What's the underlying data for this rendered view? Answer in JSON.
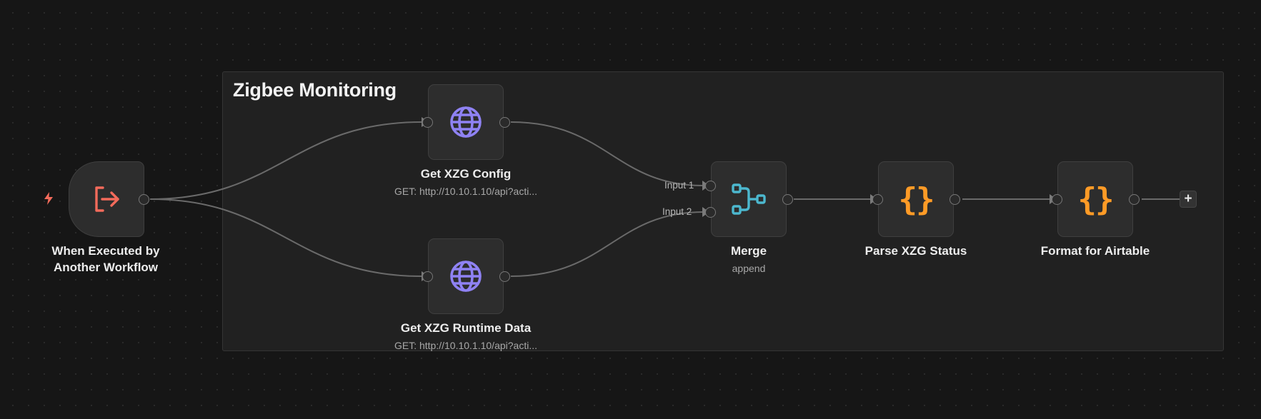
{
  "group": {
    "title": "Zigbee Monitoring"
  },
  "nodes": {
    "trigger": {
      "label_line1": "When Executed by",
      "label_line2": "Another Workflow",
      "icon": "sign-out-icon"
    },
    "get_config": {
      "label": "Get XZG Config",
      "subtitle": "GET: http://10.10.1.10/api?acti...",
      "icon": "globe-icon"
    },
    "get_runtime": {
      "label": "Get XZG Runtime Data",
      "subtitle": "GET: http://10.10.1.10/api?acti...",
      "icon": "globe-icon"
    },
    "merge": {
      "label": "Merge",
      "subtitle": "append",
      "input1": "Input 1",
      "input2": "Input 2",
      "icon": "merge-icon"
    },
    "parse": {
      "label": "Parse XZG Status",
      "icon": "code-braces-icon"
    },
    "format": {
      "label": "Format for Airtable",
      "icon": "code-braces-icon"
    }
  },
  "add_button": {
    "label": "+"
  },
  "colors": {
    "trigger_icon": "#f36b5b",
    "globe_icon": "#8f82f3",
    "merge_icon": "#4cb8cf",
    "code_icon": "#ff9b26",
    "bolt": "#f36b5b"
  }
}
